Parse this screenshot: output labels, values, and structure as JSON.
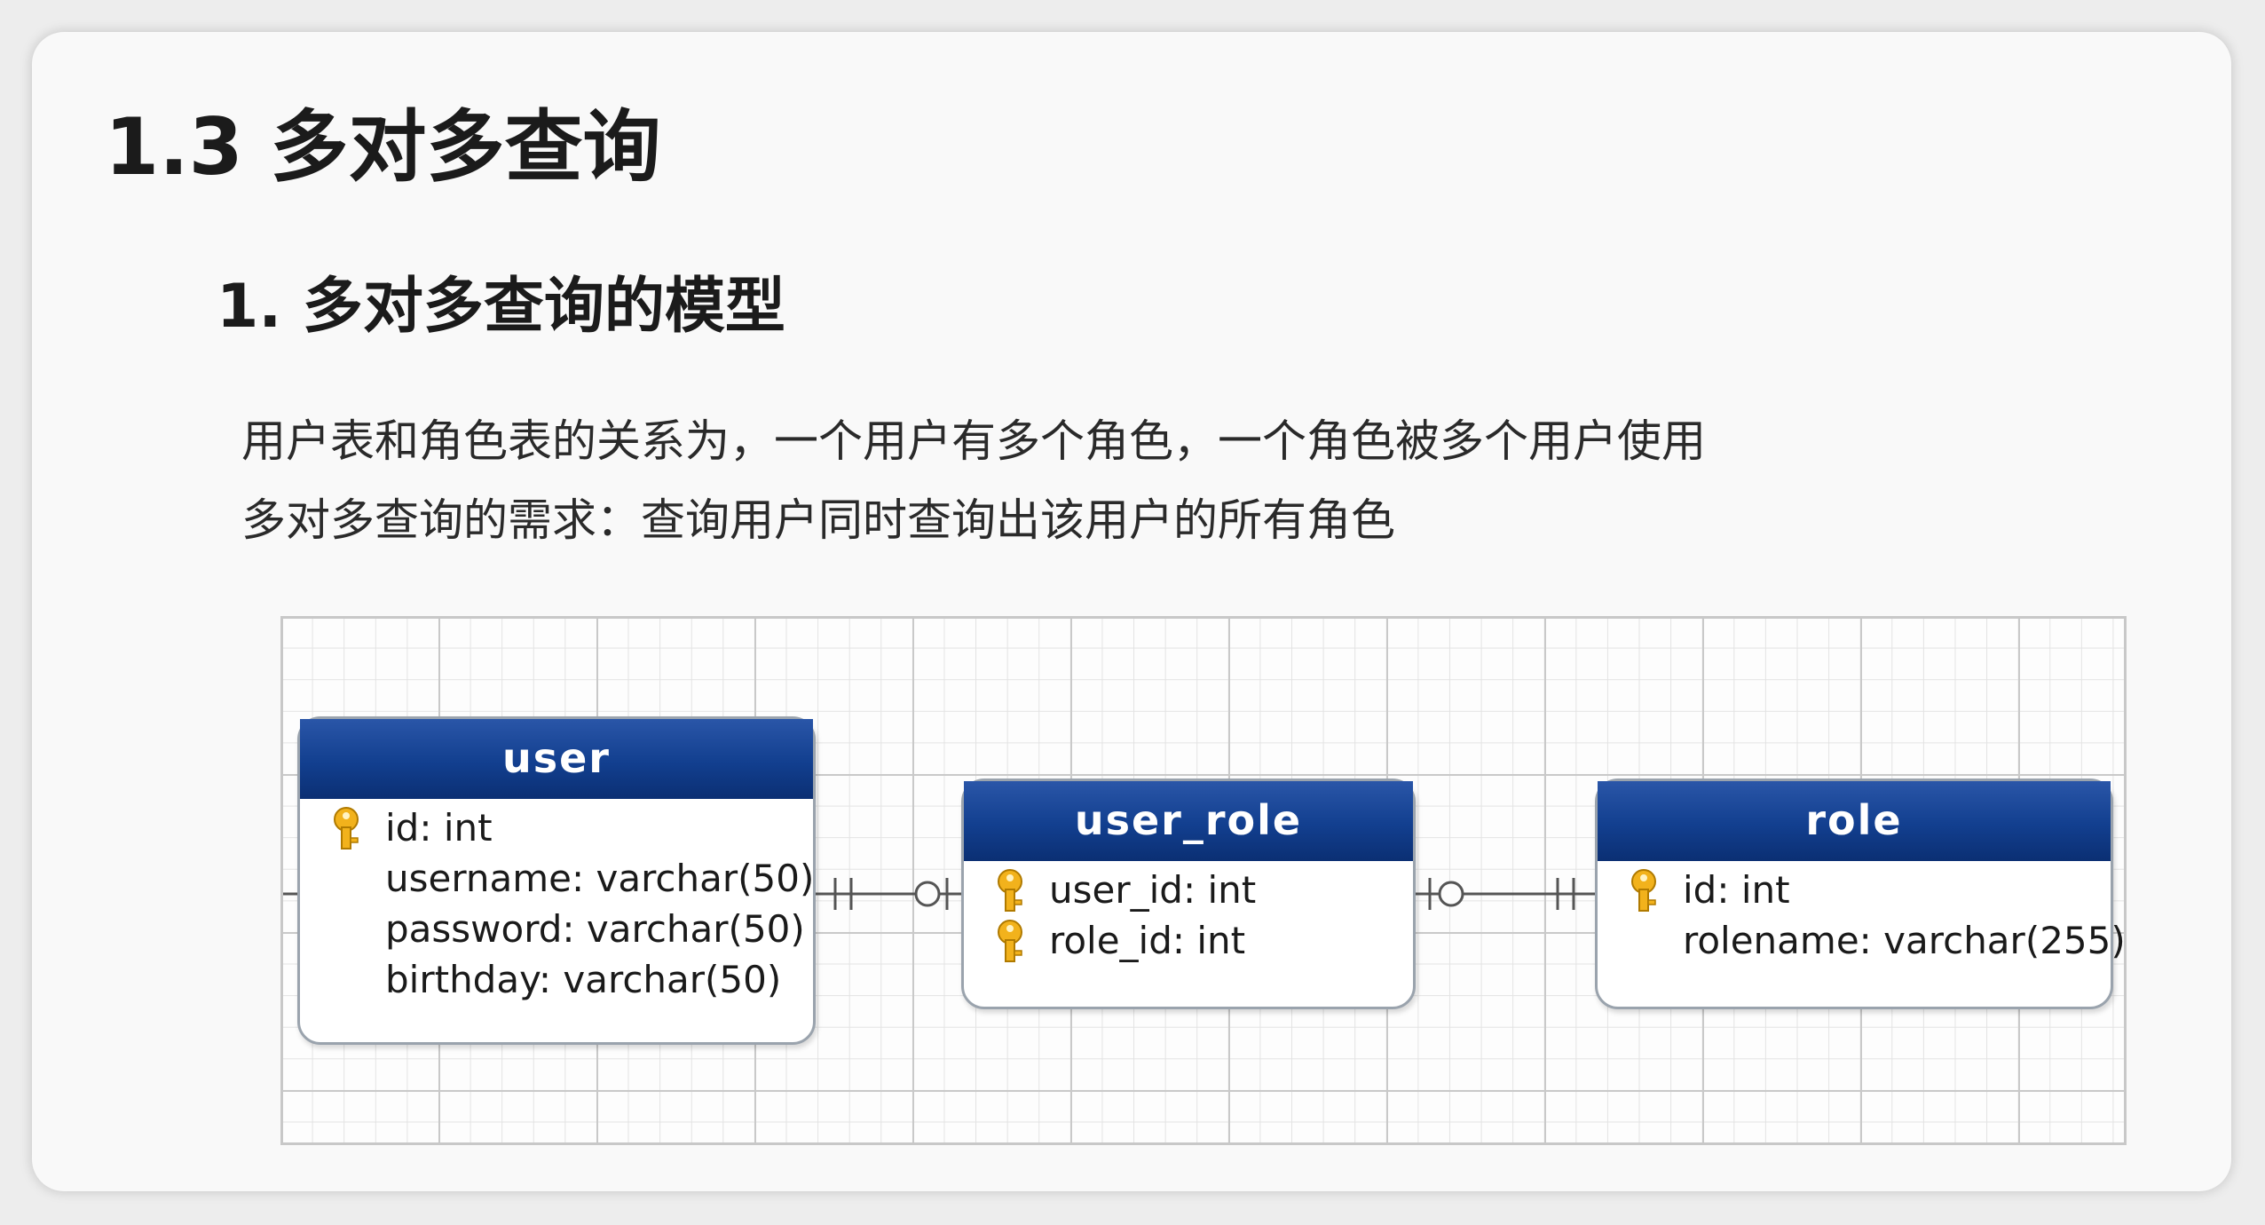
{
  "section_title": "1.3 多对多查询",
  "subsection_title": "1. 多对多查询的模型",
  "paragraphs": [
    "用户表和角色表的关系为，一个用户有多个角色，一个角色被多个用户使用",
    "多对多查询的需求：查询用户同时查询出该用户的所有角色"
  ],
  "diagram": {
    "entities": [
      {
        "name": "user",
        "fields": [
          {
            "text": "id: int",
            "icon": "primary-key-icon"
          },
          {
            "text": "username: varchar(50)",
            "icon": null
          },
          {
            "text": "password: varchar(50)",
            "icon": null
          },
          {
            "text": "birthday: varchar(50)",
            "icon": null
          }
        ]
      },
      {
        "name": "user_role",
        "fields": [
          {
            "text": "user_id: int",
            "icon": "primary-key-icon"
          },
          {
            "text": "role_id: int",
            "icon": "primary-key-icon"
          }
        ]
      },
      {
        "name": "role",
        "fields": [
          {
            "text": "id: int",
            "icon": "primary-key-icon"
          },
          {
            "text": "rolename: varchar(255)",
            "icon": null
          }
        ]
      }
    ],
    "relationships": [
      {
        "from": "user",
        "to": "user_role",
        "from_cardinality": "one-and-only-one",
        "to_cardinality": "zero-or-one"
      },
      {
        "from": "user_role",
        "to": "role",
        "from_cardinality": "zero-or-one",
        "to_cardinality": "one-and-only-one"
      }
    ],
    "colors": {
      "header": "#123f8f",
      "key": "#f0b400",
      "grid": "#c9c9c9"
    }
  }
}
